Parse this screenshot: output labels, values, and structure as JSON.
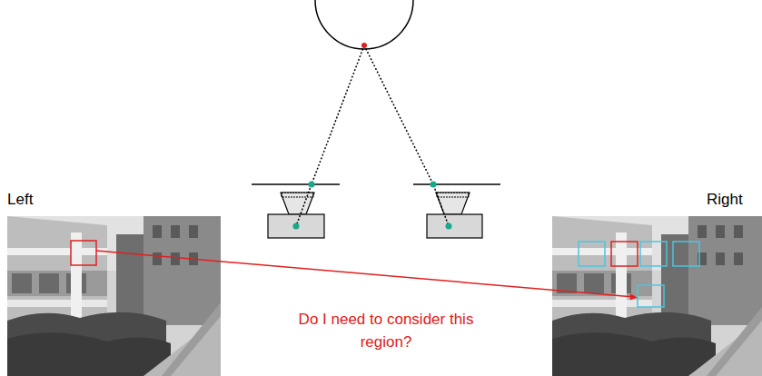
{
  "diagram": {
    "labels": [
      "Left",
      "Right",
      "Do I need to consider this region?"
    ]
  }
}
